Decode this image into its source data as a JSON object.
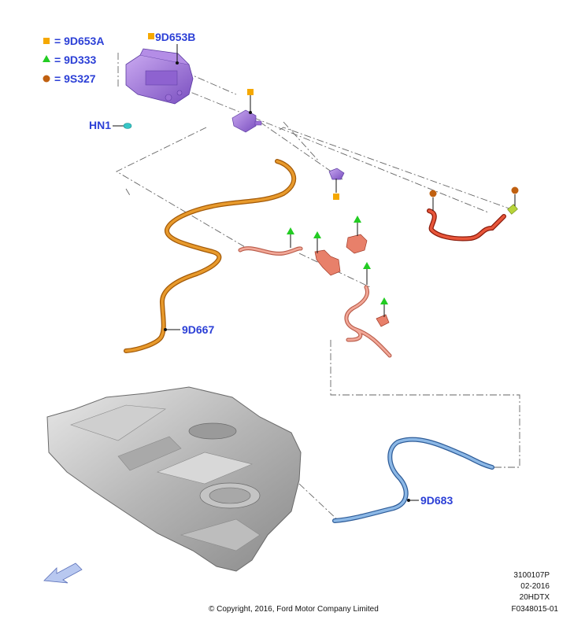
{
  "legend": [
    {
      "marker": "square",
      "color": "#f5a800",
      "label": "= 9D653A"
    },
    {
      "marker": "triangle",
      "color": "#22cc22",
      "label": "= 9D333"
    },
    {
      "marker": "circle",
      "color": "#c06010",
      "label": "= 9S327"
    }
  ],
  "callouts": {
    "canister": "9D653B",
    "hn1": "HN1",
    "hose_orange": "9D667",
    "hose_blue": "9D683"
  },
  "colors": {
    "canister": "#9b6fd6",
    "orange_hose": "#d9861a",
    "salmon_hose": "#e98a78",
    "red_hose": "#e0402a",
    "blue_hose": "#6a9bd1",
    "tank": "#b8b8b8",
    "label": "#2b3fd6"
  },
  "footer": {
    "code1": "3100107P",
    "date": "02-2016",
    "model": "20HDTX",
    "figure": "F0348015-01",
    "copyright": "© Copyright, 2016, Ford Motor Company Limited"
  }
}
